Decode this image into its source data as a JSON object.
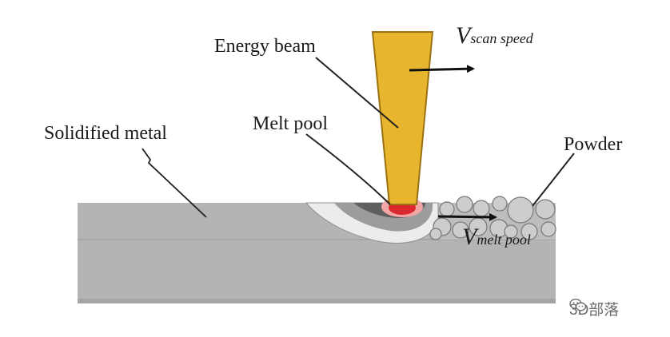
{
  "labels": {
    "energy_beam": "Energy beam",
    "melt_pool": "Melt pool",
    "solidified_metal": "Solidified metal",
    "powder": "Powder",
    "v_scan_symbol": "V",
    "v_scan_subscript": "scan speed",
    "v_melt_symbol": "V",
    "v_melt_subscript": "melt pool"
  },
  "watermark": {
    "icon": "wechat-icon",
    "text": "3D部落"
  },
  "colors": {
    "beam": "#e8b52e",
    "beam_stroke": "#9a7214",
    "substrate": "#b4b4b4",
    "substrate_dark": "#9a9a9a",
    "pool_red": "#d9292e",
    "pool_pink": "#f3a6a6",
    "powder": "#cdcdcd"
  }
}
